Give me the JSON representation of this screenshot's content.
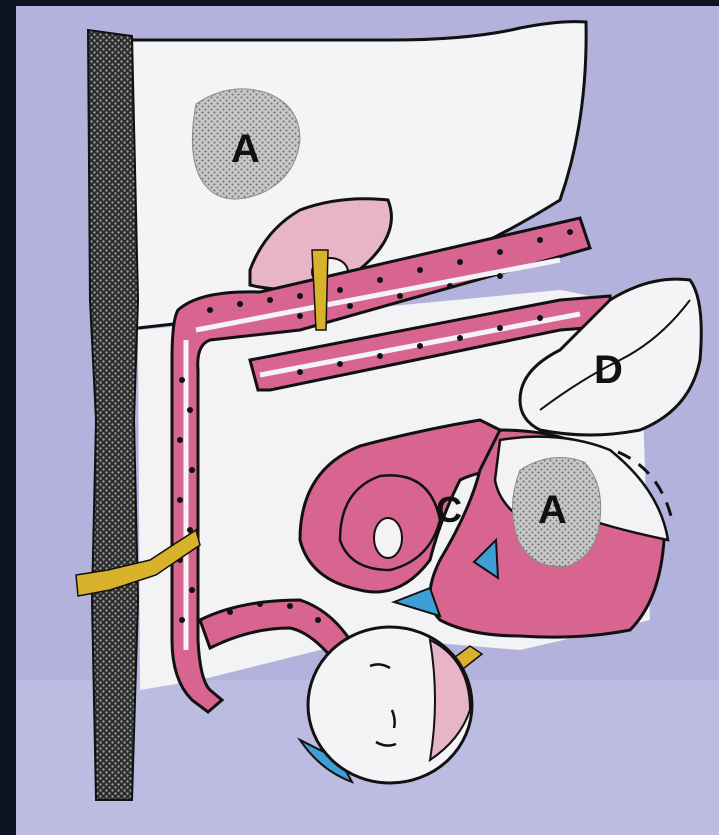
{
  "labels": {
    "a_upper": "A",
    "a_lower": "A",
    "c": "C",
    "d": "D"
  },
  "colors": {
    "background_frame": "#0d1424",
    "slide_background": "#b3b2dc",
    "organ_fill": "#f3f2f4",
    "pink_tissue": "#d8658f",
    "pale_pink": "#e8b4c8",
    "yellow_band": "#d8b22a",
    "blue_wedge": "#3e9fd6",
    "gray_stipple": "#9c9c9c",
    "outline": "#111111"
  }
}
